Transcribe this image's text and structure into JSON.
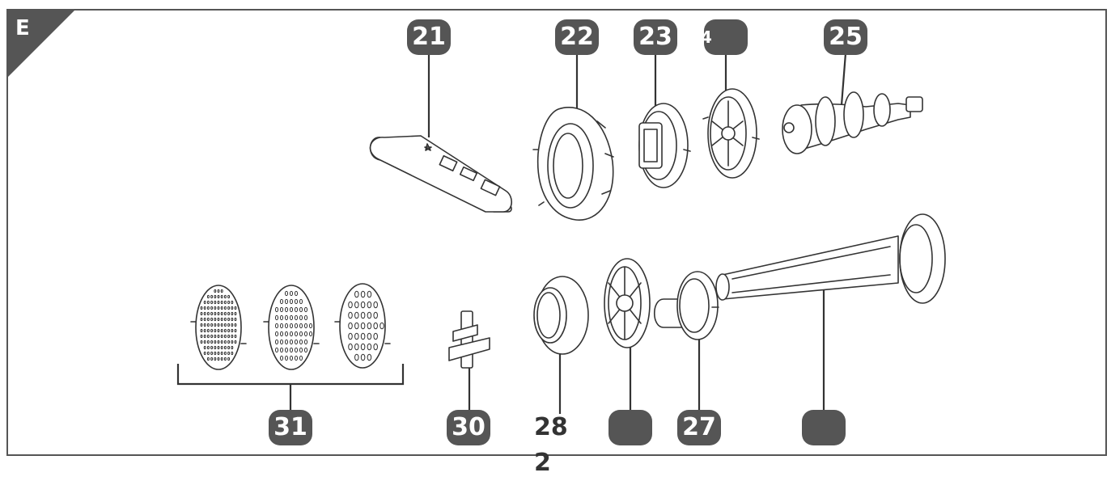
{
  "section_letter": "E",
  "callouts": {
    "c21": "21",
    "c22": "22",
    "c23": "23",
    "c24": "4",
    "c25": "25",
    "c26": "2",
    "c27": "27",
    "c28": "28",
    "c29": "",
    "c30": "30",
    "c31": "31",
    "c32": ""
  }
}
